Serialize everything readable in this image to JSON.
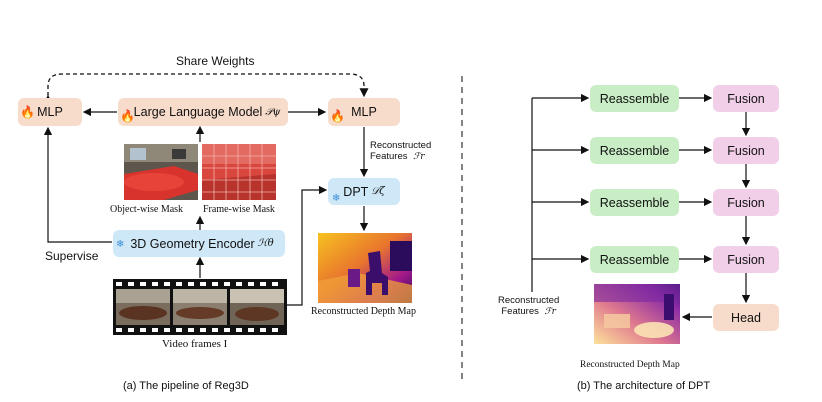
{
  "left": {
    "share_weights": "Share Weights",
    "mlp_left": "MLP",
    "llm": "Large Language Model",
    "llm_sym": "𝒫ψ",
    "mlp_right": "MLP",
    "reconstructed_features": "Reconstructed",
    "reconstructed_features2": "Features",
    "features_sym": "ℱr",
    "dpt": "DPT",
    "dpt_sym": "𝒟ζ",
    "object_mask": "Object-wise Mask",
    "frame_mask": "Frame-wise Mask",
    "encoder": "3D Geometry Encoder",
    "encoder_sym": "ℋθ",
    "supervise": "Supervise",
    "video_frames": "Video frames I",
    "depth_map": "Reconstructed Depth Map",
    "caption": "(a) The pipeline of Reg3D"
  },
  "right": {
    "reassemble": [
      "Reassemble",
      "Reassemble",
      "Reassemble",
      "Reassemble"
    ],
    "fusion": [
      "Fusion",
      "Fusion",
      "Fusion",
      "Fusion"
    ],
    "head": "Head",
    "features_label1": "Reconstructed",
    "features_label2": "Features",
    "features_sym": "ℱr",
    "depth_map": "Reconstructed Depth Map",
    "caption": "(b) The architecture of DPT"
  },
  "colors": {
    "peach": "#f8dccb",
    "blue": "#cfe8f7",
    "green": "#c9eec6",
    "pink": "#f2cfe9"
  },
  "icons": [
    "flame-icon",
    "snowflake-icon"
  ]
}
